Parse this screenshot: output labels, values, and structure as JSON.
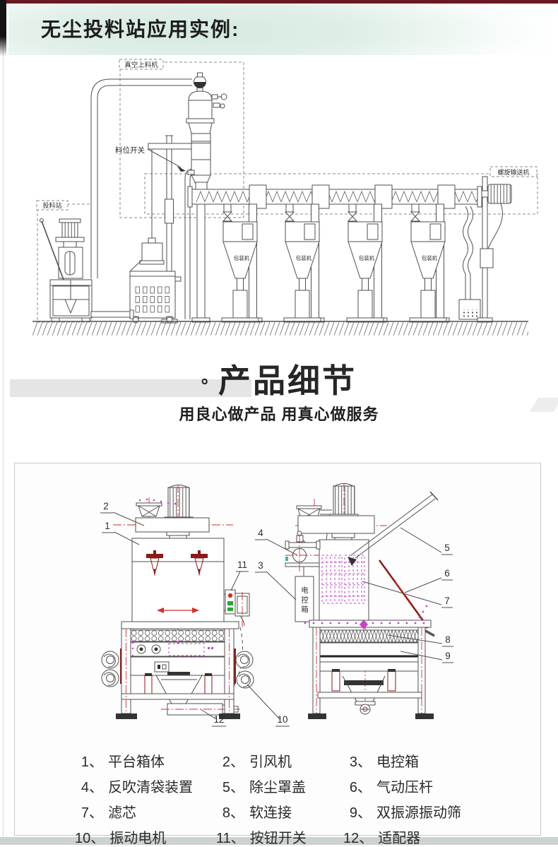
{
  "page": {
    "bg_color": "#ffffff",
    "accent_bar_color": "#6a1a1f",
    "bottom_band_color": "#ccd2ce",
    "colors": {
      "diagram_line": "#4f4f4f",
      "centerline_red": "#d03030",
      "filter_magenta": "#c643c6",
      "clamp_dark_red": "#8c1a16",
      "button_red": "#dd2b23",
      "button_green": "#2aa52f"
    }
  },
  "application_section": {
    "title": "无尘投料站应用实例:",
    "labels": {
      "vacuum_feeder": "真空上料机",
      "level_switch": "料位开关",
      "feeding_station": "投料站",
      "packing_machine": "包装机",
      "screw_conveyor": "螺旋输送机"
    }
  },
  "details_section": {
    "heading_prefix": "。",
    "heading": "产品细节",
    "subtitle": "用良心做产品 用真心做服务"
  },
  "detail_diagram": {
    "control_box_label": "电控箱",
    "callouts": [
      "1",
      "2",
      "3",
      "4",
      "5",
      "6",
      "7",
      "8",
      "9",
      "10",
      "11",
      "12"
    ],
    "legend": [
      {
        "num": "1、",
        "label": "平台箱体"
      },
      {
        "num": "2、",
        "label": "引风机"
      },
      {
        "num": "3、",
        "label": "电控箱"
      },
      {
        "num": "4、",
        "label": "反吹清袋装置"
      },
      {
        "num": "5、",
        "label": "除尘罩盖"
      },
      {
        "num": "6、",
        "label": "气动压杆"
      },
      {
        "num": "7、",
        "label": "滤芯"
      },
      {
        "num": "8、",
        "label": "软连接"
      },
      {
        "num": "9、",
        "label": "双振源振动筛"
      },
      {
        "num": "10、",
        "label": "振动电机"
      },
      {
        "num": "11、",
        "label": "按钮开关"
      },
      {
        "num": "12、",
        "label": "适配器"
      }
    ]
  }
}
